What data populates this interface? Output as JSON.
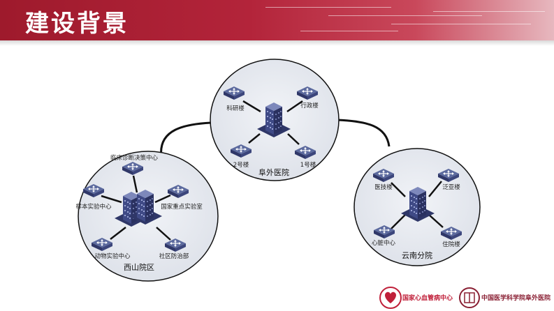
{
  "header": {
    "title": "建设背景",
    "accent_color": "#a8203a"
  },
  "nodes": {
    "fuwai": {
      "name": "阜外医院",
      "icon": "building-icon",
      "switches": [
        "科研楼",
        "行政楼",
        "2号楼",
        "1号楼"
      ]
    },
    "xishan": {
      "name": "西山院区",
      "icon": "building-cluster-icon",
      "switches": [
        "临床诊断决策中心",
        "样本实验中心",
        "国家重点实验室",
        "动物实验中心",
        "社区防治部"
      ]
    },
    "yunnan": {
      "name": "云南分院",
      "icon": "building-icon",
      "switches": [
        "医技楼",
        "泛亚楼",
        "心脏中心",
        "住院楼"
      ]
    }
  },
  "footer": {
    "logo1_text": "国家心血管病中心",
    "logo2_text": "中国医学科学院阜外医院"
  }
}
